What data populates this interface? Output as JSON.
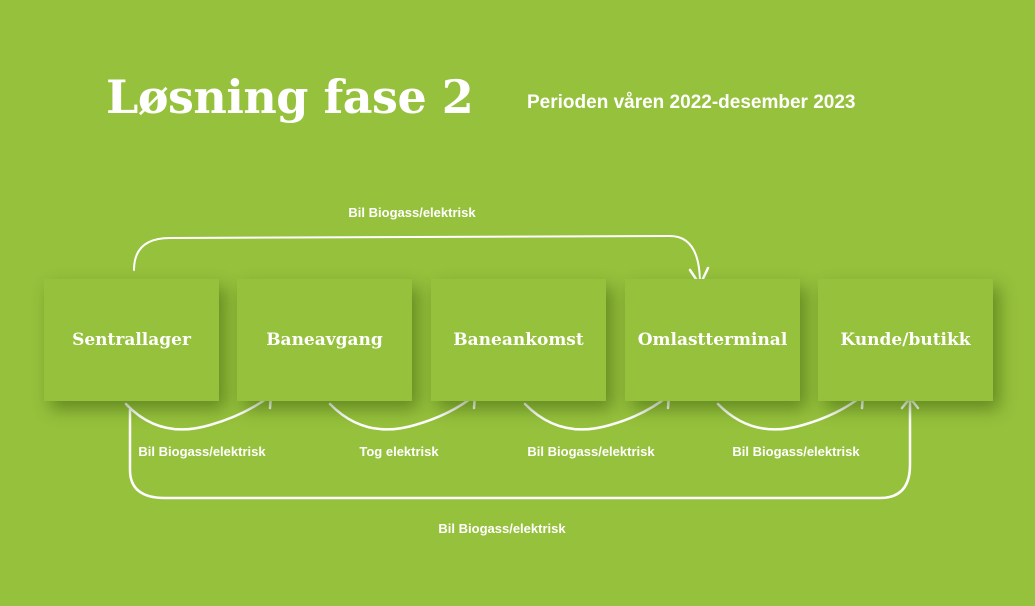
{
  "title": "Løsning fase 2",
  "subtitle": "Perioden våren 2022-desember 2023",
  "nodes": [
    "Sentrallager",
    "Baneavgang",
    "Baneankomst",
    "Omlastterminal",
    "Kunde/butikk"
  ],
  "edges": {
    "top": "Bil Biogass/elektrisk",
    "e1": "Bil Biogass/elektrisk",
    "e2": "Tog elektrisk",
    "e3": "Bil Biogass/elektrisk",
    "e4": "Bil Biogass/elektrisk",
    "bottom": "Bil Biogass/elektrisk"
  }
}
